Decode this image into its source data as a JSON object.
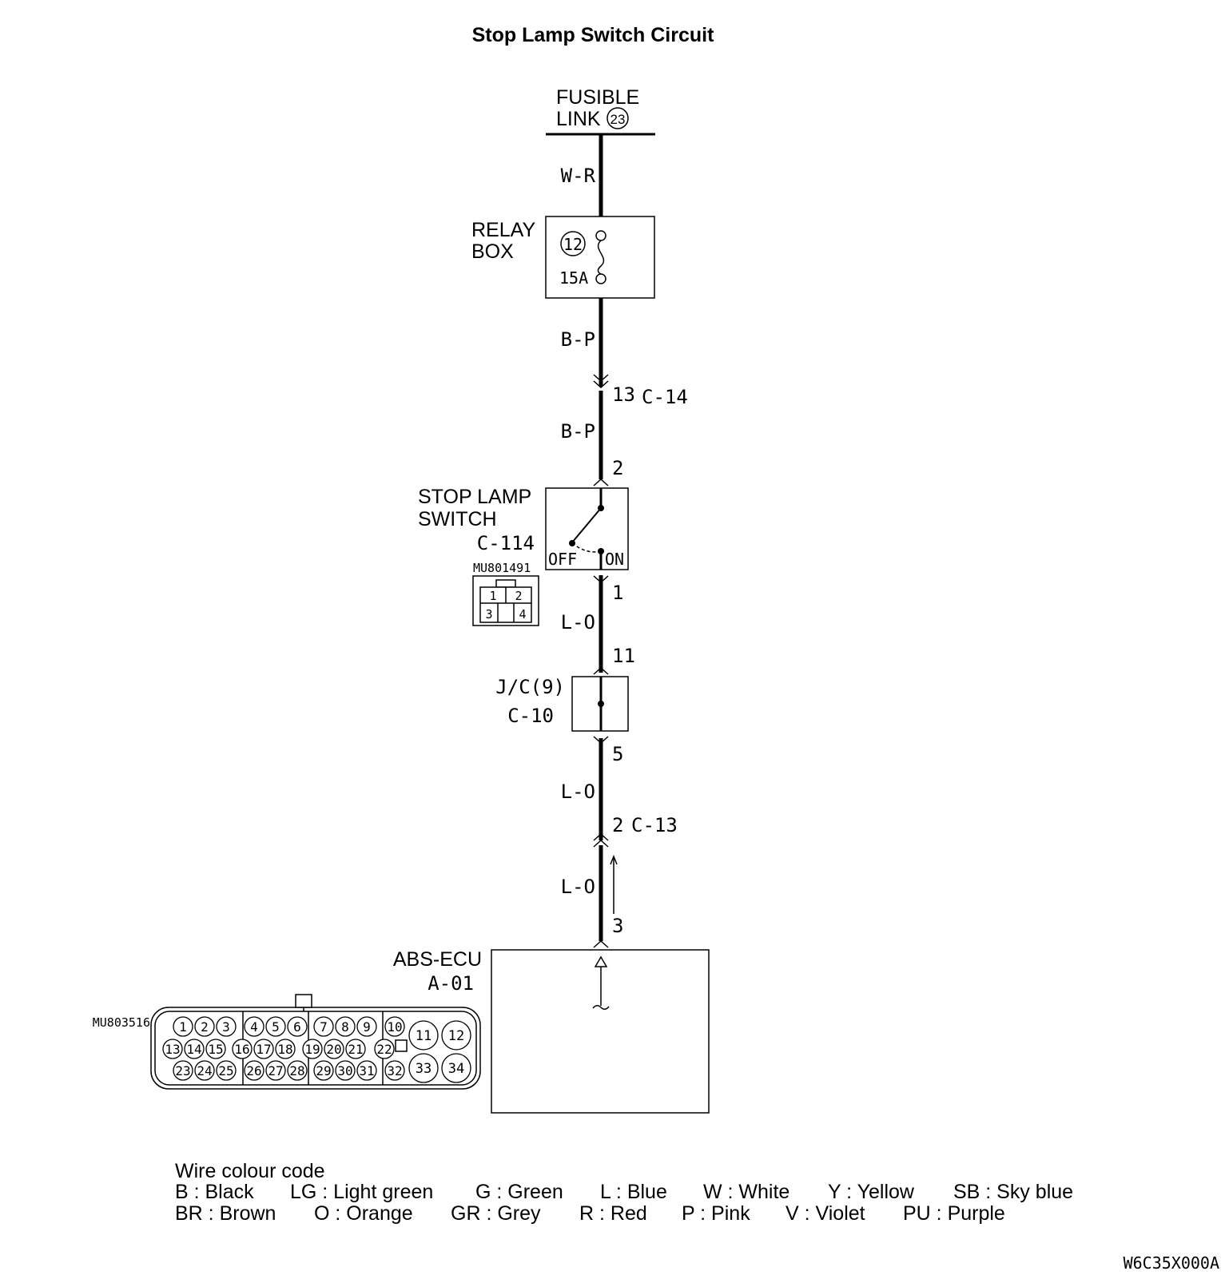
{
  "title": "Stop Lamp Switch Circuit",
  "fusible_link": {
    "line1": "FUSIBLE",
    "line2": "LINK",
    "number": "23"
  },
  "wires": {
    "w1": "W-R",
    "w2": "B-P",
    "w3": "B-P",
    "w4": "L-O",
    "w5": "L-O",
    "w6": "L-O"
  },
  "relay_box": {
    "line1": "RELAY",
    "line2": "BOX",
    "fuse_number": "12",
    "rating": "15A"
  },
  "connector_c14": {
    "pin": "13",
    "name": "C-14"
  },
  "stop_lamp_switch": {
    "line1": "STOP LAMP",
    "line2": "SWITCH",
    "code": "C-114",
    "pin_in": "2",
    "pin_out": "1",
    "off_label": "OFF",
    "on_label": "ON",
    "part_no": "MU801491",
    "pins": [
      "1",
      "2",
      "3",
      "4"
    ]
  },
  "junction_connector": {
    "line1": "J/C(9)",
    "line2": "C-10",
    "pin_in": "11",
    "pin_out": "5"
  },
  "connector_c13": {
    "pin": "2",
    "name": "C-13"
  },
  "abs_ecu": {
    "line1": "ABS-ECU",
    "line2": "A-01",
    "pin": "3",
    "part_no": "MU803516",
    "pins_small": [
      "1",
      "2",
      "3",
      "4",
      "5",
      "6",
      "7",
      "8",
      "9",
      "10",
      "13",
      "14",
      "15",
      "16",
      "17",
      "18",
      "19",
      "20",
      "21",
      "22",
      "23",
      "24",
      "25",
      "26",
      "27",
      "28",
      "29",
      "30",
      "31",
      "32"
    ],
    "pins_large": [
      "11",
      "12",
      "33",
      "34"
    ]
  },
  "legend": {
    "heading": "Wire colour code",
    "row1": [
      "B : Black",
      "LG : Light green",
      "G : Green",
      "L : Blue",
      "W : White",
      "Y : Yellow",
      "SB : Sky blue"
    ],
    "row2": [
      "BR : Brown",
      "O : Orange",
      "GR : Grey",
      "R : Red",
      "P : Pink",
      "V : Violet",
      "PU : Purple"
    ]
  },
  "figure_code": "W6C35X000A"
}
